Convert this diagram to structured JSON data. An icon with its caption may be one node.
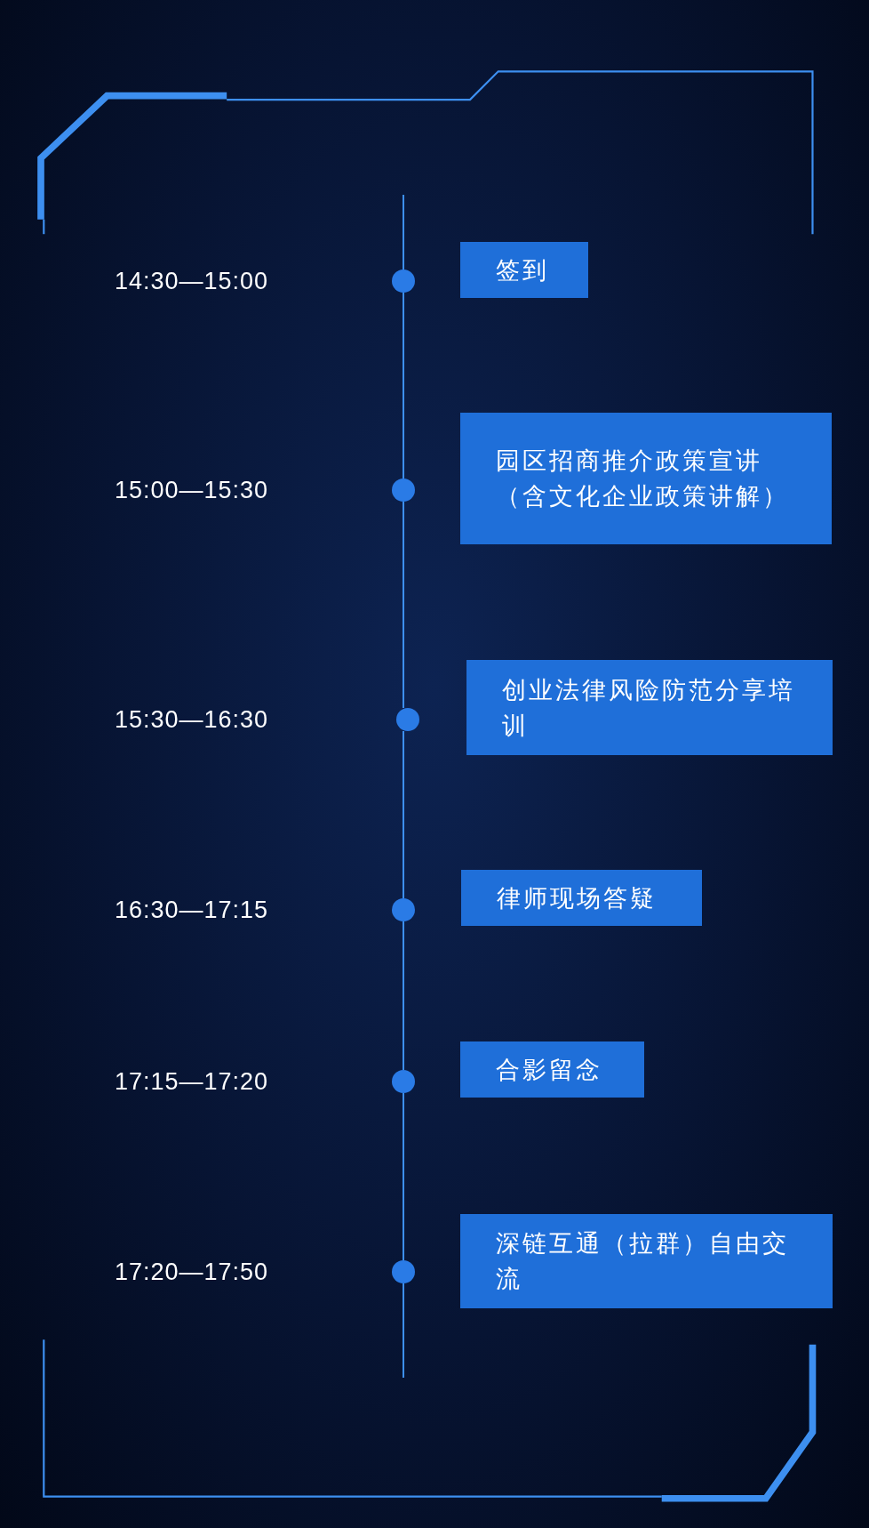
{
  "diagram": {
    "nodes": [
      {
        "text": [
          "签到"
        ]
      },
      {
        "text": [
          "园区招商推介政策宣讲（含文化企业政策讲解）"
        ]
      },
      {
        "text": [
          "创业法律风险防范分享培训"
        ]
      },
      {
        "text": [
          "律师现场答疑"
        ]
      },
      {
        "text": [
          "合影留念"
        ]
      },
      {
        "text": [
          "深链互通（拉群）自由交流"
        ]
      },
      {
        "text": [],
        "shape": "circle"
      },
      {
        "text": [],
        "shape": "circle"
      },
      {
        "text": [],
        "shape": "circle"
      },
      {
        "text": [],
        "shape": "circle"
      },
      {
        "text": [],
        "shape": "circle"
      },
      {
        "text": [],
        "shape": "circle"
      }
    ],
    "edges": [
      {
        "from": 6,
        "to": 7,
        "arrow": "none"
      },
      {
        "from": 7,
        "to": 8,
        "arrow": "none"
      },
      {
        "from": 8,
        "to": 9,
        "arrow": "none"
      },
      {
        "from": 9,
        "to": 10,
        "arrow": "none"
      },
      {
        "from": 10,
        "to": 11,
        "arrow": "none"
      }
    ],
    "labels": [
      "14:30—15:00",
      "15:00—15:30",
      "15:30—16:30",
      "16:30—17:15",
      "17:15—17:20",
      "17:20—17:50"
    ]
  }
}
